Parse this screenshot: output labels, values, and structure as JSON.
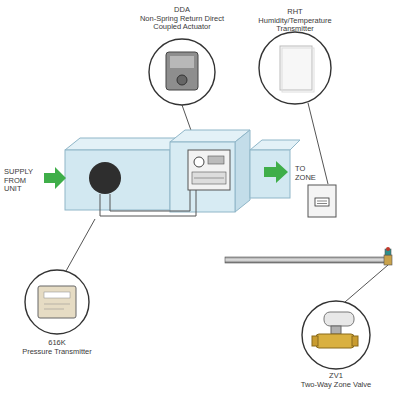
{
  "diagram": {
    "nodes": [
      {
        "text": [
          "DDA",
          "Non-Spring Return Direct Coupled Actuator"
        ]
      },
      {
        "text": [
          "RHT",
          "Humidity/Temperature Transmitter"
        ]
      },
      {
        "text": [
          "616K",
          "Pressure Transmitter"
        ]
      },
      {
        "text": [
          "ZV1",
          "Two-Way Zone Valve"
        ]
      }
    ],
    "labels": [
      "SUPPLY FROM UNIT",
      "TO ZONE"
    ]
  }
}
